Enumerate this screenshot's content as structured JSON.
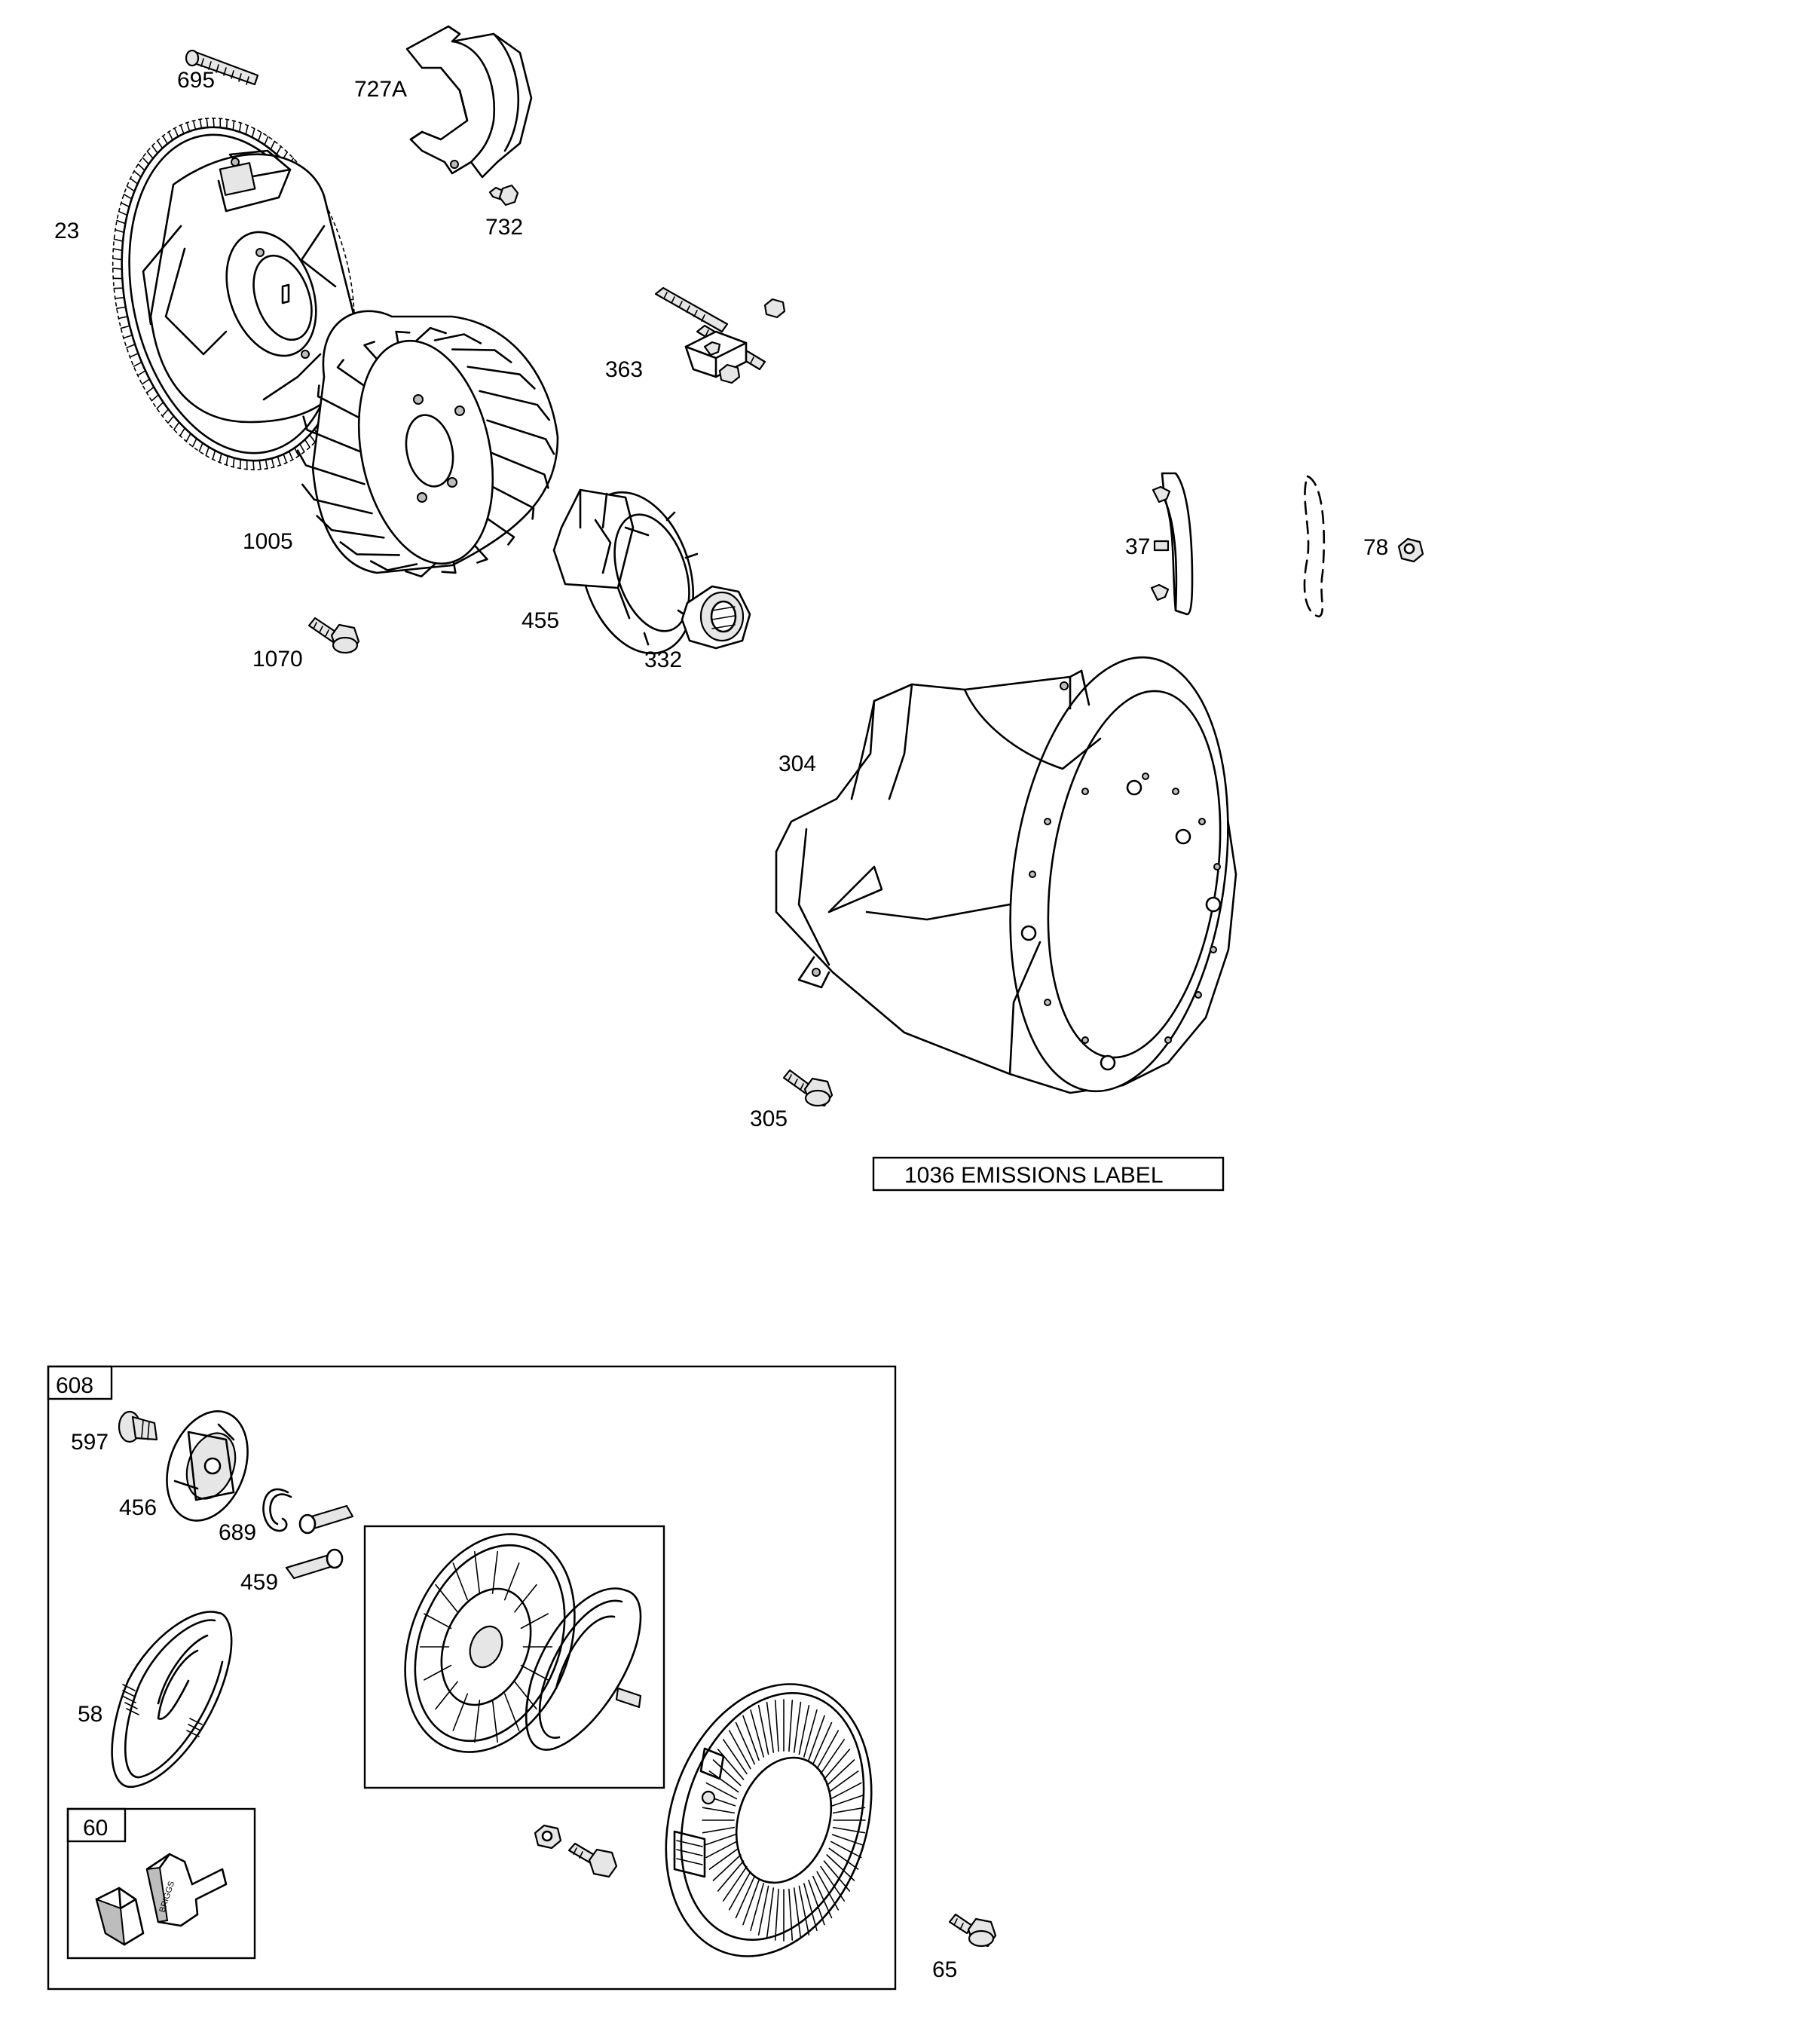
{
  "diagram": {
    "part_labels": {
      "p695": "695",
      "p727a": "727A",
      "p732": "732",
      "p23": "23",
      "p363": "363",
      "p1005": "1005",
      "p455": "455",
      "p332": "332",
      "p1070": "1070",
      "p37": "37",
      "p78": "78",
      "p304": "304",
      "p305": "305",
      "p65": "65"
    },
    "emissions_label": "1036 EMISSIONS LABEL",
    "starter_assembly": {
      "number": "608",
      "labels": {
        "p597": "597",
        "p456": "456",
        "p689": "689",
        "p459": "459",
        "p58": "58"
      },
      "handle_kit": {
        "number": "60",
        "handle_text": "BRIGGS"
      }
    }
  }
}
